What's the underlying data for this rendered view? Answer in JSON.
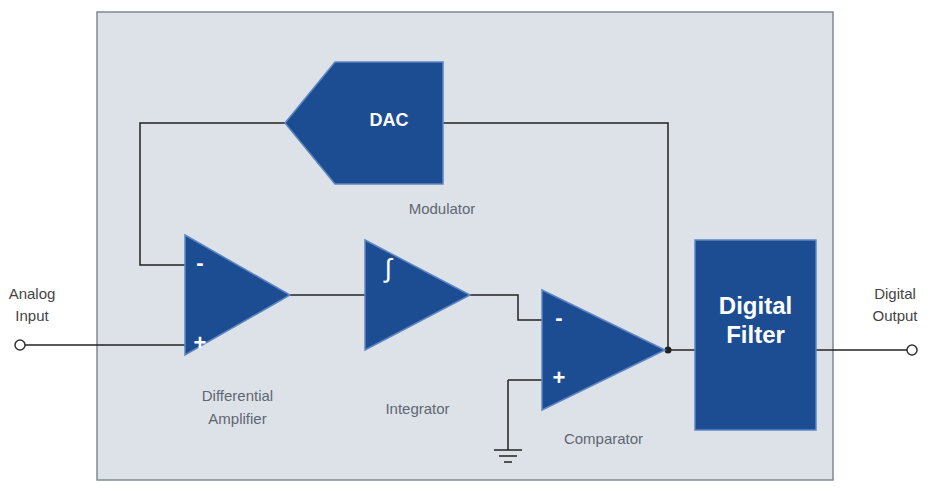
{
  "diagram": {
    "nodes": [
      {
        "text": [
          "DAC"
        ]
      },
      {
        "text": [
          "-",
          "+",
          "Differential Amplifier"
        ]
      },
      {
        "text": [
          "∫",
          "Integrator"
        ]
      },
      {
        "text": [
          "-",
          "+",
          "Comparator"
        ]
      },
      {
        "text": [
          "Digital Filter"
        ]
      }
    ],
    "edges": [
      {
        "from": 1,
        "to": 2,
        "arrow": "none"
      },
      {
        "from": 2,
        "to": 3,
        "arrow": "none"
      },
      {
        "from": 3,
        "to": 4,
        "arrow": "none"
      },
      {
        "from": 3,
        "to": 0,
        "arrow": "none"
      },
      {
        "from": 0,
        "to": 1,
        "arrow": "none"
      }
    ],
    "labels": [
      "Analog Input",
      "Modulator",
      "Digital Output"
    ]
  }
}
